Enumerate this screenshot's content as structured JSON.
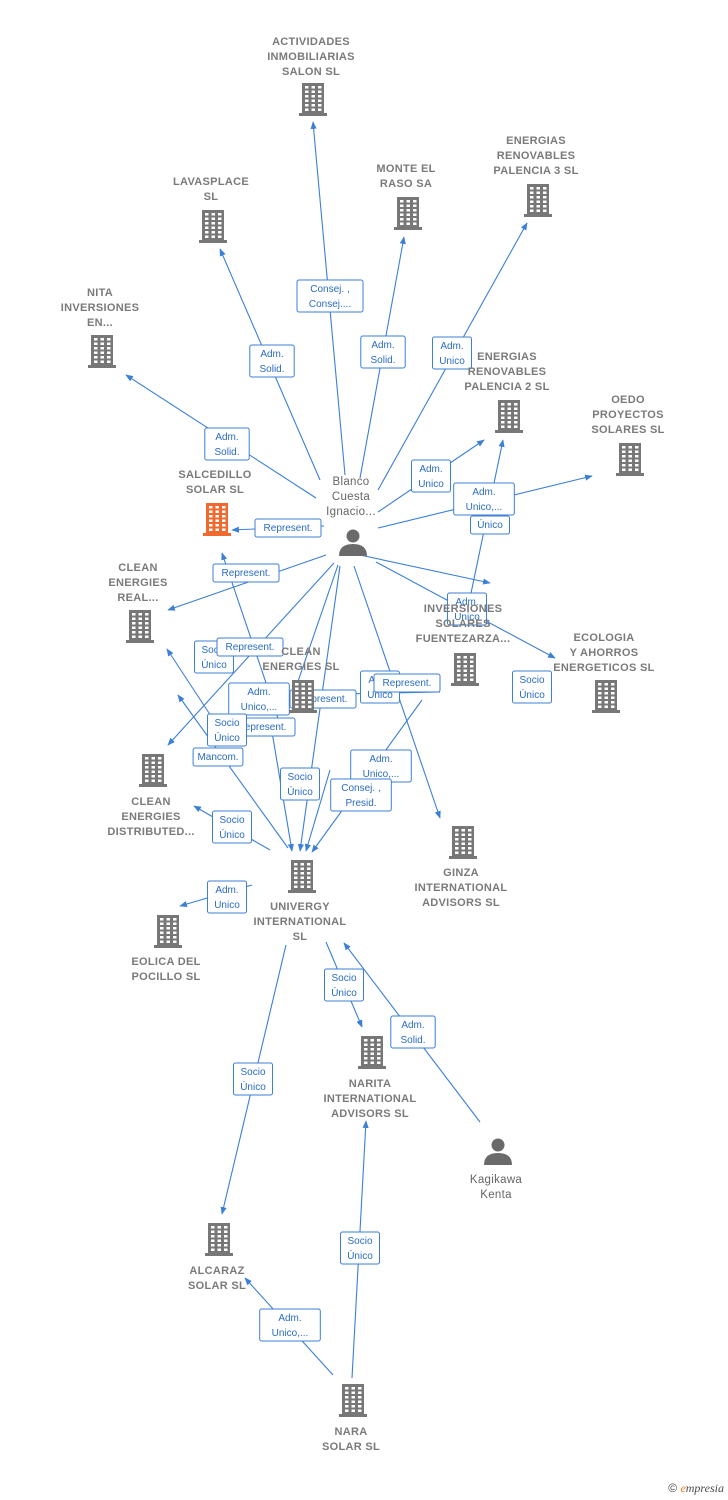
{
  "colors": {
    "edge": "#3b7fd6",
    "building": "#777777",
    "highlight": "#f06a2f",
    "person": "#6a6a6a"
  },
  "nodes": [
    {
      "id": "actividades",
      "kind": "building",
      "lines": [
        "ACTIVIDADES",
        "INMOBILIARIAS",
        "SALON SL"
      ]
    },
    {
      "id": "lavasplace",
      "kind": "building",
      "lines": [
        "LAVASPLACE",
        "SL"
      ]
    },
    {
      "id": "monte",
      "kind": "building",
      "lines": [
        "MONTE EL",
        "RASO SA"
      ]
    },
    {
      "id": "er3",
      "kind": "building",
      "lines": [
        "ENERGIAS",
        "RENOVABLES",
        "PALENCIA 3 SL"
      ]
    },
    {
      "id": "nita",
      "kind": "building",
      "lines": [
        "NITA",
        "INVERSIONES",
        "EN..."
      ]
    },
    {
      "id": "er2",
      "kind": "building",
      "lines": [
        "ENERGIAS",
        "RENOVABLES",
        "PALENCIA 2 SL"
      ]
    },
    {
      "id": "oedo",
      "kind": "building",
      "lines": [
        "OEDO",
        "PROYECTOS",
        "SOLARES  SL"
      ]
    },
    {
      "id": "salcedillo",
      "kind": "building",
      "highlight": true,
      "lines": [
        "SALCEDILLO",
        "SOLAR  SL"
      ]
    },
    {
      "id": "blanco",
      "kind": "person",
      "lines": [
        "Blanco",
        "Cuesta",
        "Ignacio..."
      ]
    },
    {
      "id": "cer",
      "kind": "building",
      "lines": [
        "CLEAN",
        "ENERGIES",
        "REAL..."
      ]
    },
    {
      "id": "ces",
      "kind": "building",
      "lines": [
        "CLEAN",
        "ENERGIES SL"
      ]
    },
    {
      "id": "inv",
      "kind": "building",
      "lines": [
        "INVERSIONES",
        "SOLARES",
        "FUENTEZARZA..."
      ]
    },
    {
      "id": "ecologia",
      "kind": "building",
      "lines": [
        "ECOLOGIA",
        "Y AHORROS",
        "ENERGETICOS SL"
      ]
    },
    {
      "id": "ced",
      "kind": "building",
      "lines": [
        "CLEAN",
        "ENERGIES",
        "DISTRIBUTED..."
      ]
    },
    {
      "id": "ginza",
      "kind": "building",
      "lines": [
        "GINZA",
        "INTERNATIONAL",
        "ADVISORS  SL"
      ]
    },
    {
      "id": "univergy",
      "kind": "building",
      "lines": [
        "UNIVERGY",
        "INTERNATIONAL",
        "SL"
      ]
    },
    {
      "id": "eolica",
      "kind": "building",
      "lines": [
        "EOLICA DEL",
        "POCILLO SL"
      ]
    },
    {
      "id": "narita",
      "kind": "building",
      "lines": [
        "NARITA",
        "INTERNATIONAL",
        "ADVISORS  SL"
      ]
    },
    {
      "id": "kagikawa",
      "kind": "person",
      "lines": [
        "Kagikawa",
        "Kenta"
      ]
    },
    {
      "id": "alcaraz",
      "kind": "building",
      "lines": [
        "ALCARAZ",
        "SOLAR SL"
      ]
    },
    {
      "id": "nara",
      "kind": "building",
      "lines": [
        "NARA",
        "SOLAR  SL"
      ]
    }
  ],
  "edges": [
    {
      "from": "blanco",
      "to": "actividades",
      "lines": [
        "Consej. ,",
        "Consej...."
      ]
    },
    {
      "from": "blanco",
      "to": "lavasplace",
      "lines": [
        "Adm.",
        "Solid."
      ]
    },
    {
      "from": "blanco",
      "to": "monte",
      "lines": [
        "Adm.",
        "Solid."
      ]
    },
    {
      "from": "blanco",
      "to": "er3",
      "lines": [
        "Adm.",
        "Unico"
      ]
    },
    {
      "from": "blanco",
      "to": "nita",
      "lines": [
        "Adm.",
        "Solid."
      ]
    },
    {
      "from": "blanco",
      "to": "er2",
      "lines": [
        "Adm.",
        "Unico"
      ]
    },
    {
      "from": "blanco",
      "to": "oedo",
      "lines": [
        "Adm.",
        "Unico,..."
      ]
    },
    {
      "from": "blanco",
      "to": "salcedillo",
      "lines": [
        "Represent."
      ]
    },
    {
      "from": "blanco",
      "to": "cer",
      "lines": [
        "Represent."
      ]
    },
    {
      "from": "inv",
      "to": "er2",
      "lines": [
        "Único"
      ]
    },
    {
      "from": "blanco",
      "to": "inv",
      "lines": [
        "Adm.",
        "Unico"
      ]
    },
    {
      "from": "blanco",
      "to": "ecologia",
      "lines": [
        "Socio",
        "Único"
      ]
    },
    {
      "from": "ced",
      "to": "cer",
      "lines": [
        "Socio",
        "Único"
      ]
    },
    {
      "from": "univergy",
      "to": "salcedillo",
      "lines": [
        "Represent."
      ]
    },
    {
      "from": "blanco",
      "to": "ces",
      "lines": [
        "Adm.",
        "Unico,..."
      ]
    },
    {
      "from": "blanco",
      "to": "ced",
      "lines": [
        "Represent."
      ]
    },
    {
      "from": "univergy",
      "to": "ced",
      "lines": [
        "Socio",
        "Único"
      ]
    },
    {
      "from": "blanco",
      "to": "univergy",
      "lines": [
        "Mancom."
      ]
    },
    {
      "from": "inv",
      "to": "ces",
      "lines": [
        "Adm.",
        "Unico"
      ]
    },
    {
      "from": "univergy",
      "to": "ces",
      "lines": [
        "Represent."
      ]
    },
    {
      "from": "ces",
      "to": "ces",
      "lines": [
        "Represent."
      ]
    },
    {
      "from": "blanco",
      "to": "ginza",
      "lines": [
        "Adm.",
        "Unico,..."
      ]
    },
    {
      "from": "ces",
      "to": "univergy",
      "lines": [
        "Socio",
        "Único"
      ]
    },
    {
      "from": "ginza",
      "to": "univergy",
      "lines": [
        "Consej. ,",
        "Presid."
      ]
    },
    {
      "from": "univergy",
      "to": "ced",
      "lines": [
        "Socio",
        "Único"
      ]
    },
    {
      "from": "univergy",
      "to": "eolica",
      "lines": [
        "Adm.",
        "Unico"
      ]
    },
    {
      "from": "univergy",
      "to": "narita",
      "lines": [
        "Socio",
        "Único"
      ]
    },
    {
      "from": "kagikawa",
      "to": "univergy",
      "lines": [
        "Adm.",
        "Solid."
      ]
    },
    {
      "from": "univergy",
      "to": "alcaraz",
      "lines": [
        "Socio",
        "Único"
      ]
    },
    {
      "from": "nara",
      "to": "narita",
      "lines": [
        "Socio",
        "Único"
      ]
    },
    {
      "from": "nara",
      "to": "alcaraz",
      "lines": [
        "Adm.",
        "Unico,..."
      ]
    }
  ],
  "footer": {
    "copyright": "©",
    "brand_first": "e",
    "brand_rest": "mpresia"
  }
}
